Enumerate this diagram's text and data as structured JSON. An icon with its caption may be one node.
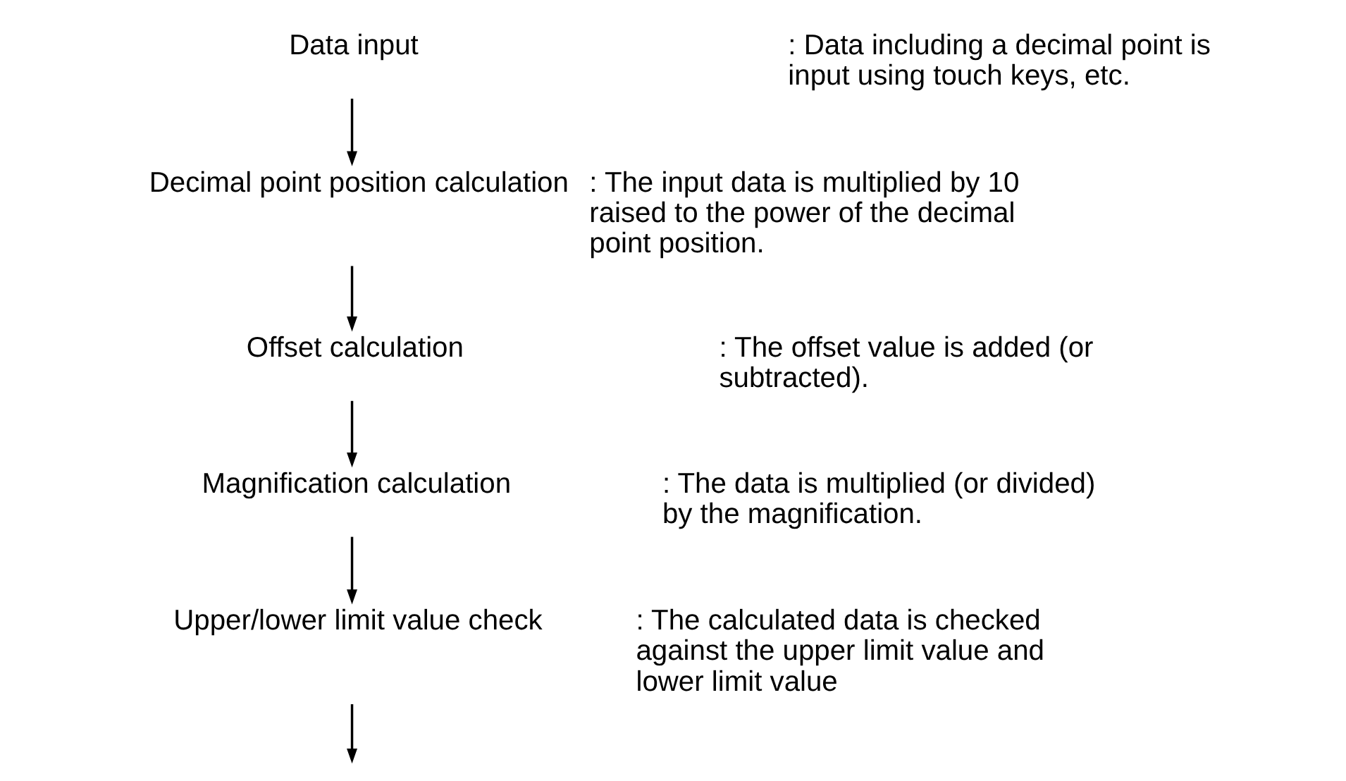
{
  "diagram": {
    "nodes": [
      {
        "text": [
          "Data input"
        ],
        "beside": [
          ": Data including a decimal point is input using touch keys, etc."
        ]
      },
      {
        "text": [
          "Decimal point position calculation"
        ],
        "beside": [
          ": The input data is multiplied by 10 raised to the power of the decimal point position."
        ]
      },
      {
        "text": [
          "Offset calculation"
        ],
        "beside": [
          ": The offset value is added (or subtracted)."
        ]
      },
      {
        "text": [
          "Magnification calculation"
        ],
        "beside": [
          ": The data is multiplied (or divided) by the magnification."
        ]
      },
      {
        "text": [
          "Upper/lower limit value check"
        ],
        "beside": [
          ": The calculated data is checked against the upper limit value and lower limit value"
        ]
      }
    ],
    "edges": [
      {
        "from": 0,
        "to": 1,
        "arrow": "to"
      },
      {
        "from": 1,
        "to": 2,
        "arrow": "to"
      },
      {
        "from": 2,
        "to": 3,
        "arrow": "to"
      },
      {
        "from": 3,
        "to": 4,
        "arrow": "to"
      },
      {
        "from": 4,
        "to": null,
        "arrow": "to"
      }
    ]
  }
}
